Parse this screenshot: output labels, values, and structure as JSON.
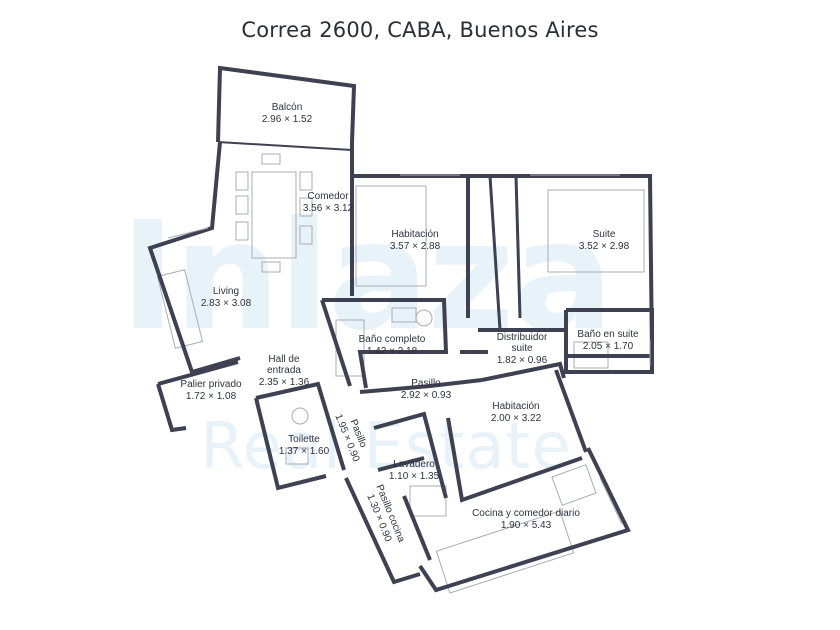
{
  "title": "Correa 2600, CABA, Buenos Aires",
  "watermark": {
    "brand": "Inlaza",
    "sub": "Real Estate"
  },
  "colors": {
    "wall": "#3d4152",
    "text": "#2f3140",
    "furniture": "#a9acb6",
    "watermark": "#d6e8f5"
  },
  "rooms": [
    {
      "name": "Balcón",
      "size": "2.96 × 1.52"
    },
    {
      "name": "Comedor",
      "size": "3.56 × 3.12"
    },
    {
      "name": "Habitación",
      "size": "3.57 × 2.88"
    },
    {
      "name": "Suite",
      "size": "3.52 × 2.98"
    },
    {
      "name": "Living",
      "size": "2.83 × 3.08"
    },
    {
      "name": "Baño completo",
      "size": "1.42 × 2.18"
    },
    {
      "name_line1": "Distribuidor",
      "name_line2": "suite",
      "size": "1.82 × 0.96"
    },
    {
      "name": "Baño en suite",
      "size": "2.05 × 1.70"
    },
    {
      "name_line1": "Hall de",
      "name_line2": "entrada",
      "size": "2.35 × 1.36"
    },
    {
      "name": "Palier privado",
      "size": "1.72 × 1.08"
    },
    {
      "name": "Pasillo",
      "size": "2.92 × 0.93"
    },
    {
      "name": "Habitación",
      "size": "2.00 × 3.22"
    },
    {
      "name": "Toilette",
      "size": "1.37 × 1.60"
    },
    {
      "name": "Pasillo",
      "size": "1.95 × 0.90"
    },
    {
      "name": "Lavadero",
      "size": "1.10 × 1.35"
    },
    {
      "name": "Pasillo cocina",
      "size": "1.30 × 0.90"
    },
    {
      "name": "Cocina y comedor diario",
      "size": "1.90 × 5.43"
    }
  ]
}
